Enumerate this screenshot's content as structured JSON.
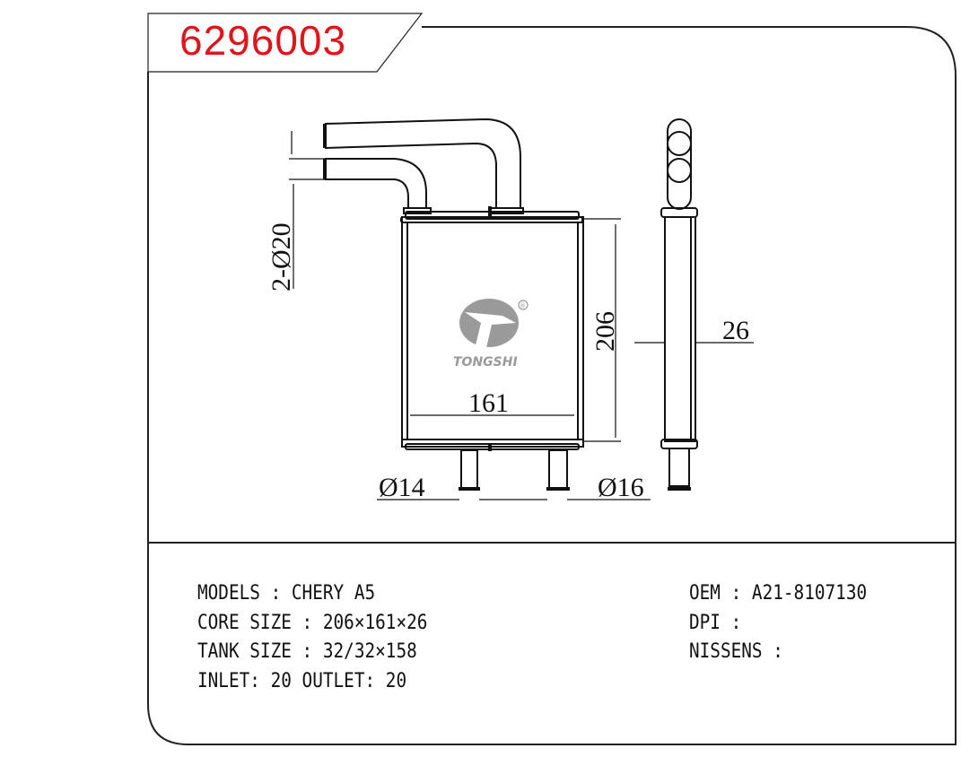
{
  "part_number": "6296003",
  "drawing": {
    "dim_pipe_diameter": "2-Ø20",
    "dim_height": "206",
    "dim_width": "161",
    "dim_depth": "26",
    "dim_outlet_left": "Ø14",
    "dim_outlet_right": "Ø16",
    "logo_text": "TONGSHI",
    "logo_mark": "®"
  },
  "specs": {
    "models": "MODELS : CHERY A5",
    "core_size": "CORE SIZE : 206×161×26",
    "tank_size": "TANK SIZE : 32/32×158",
    "inlet_outlet": "INLET: 20 OUTLET: 20",
    "oem": "OEM : A21-8107130",
    "dpi": "DPI :",
    "nissens": "NISSENS :"
  },
  "colors": {
    "part_number": "#e0141b",
    "logo": "#9a9a9a"
  }
}
